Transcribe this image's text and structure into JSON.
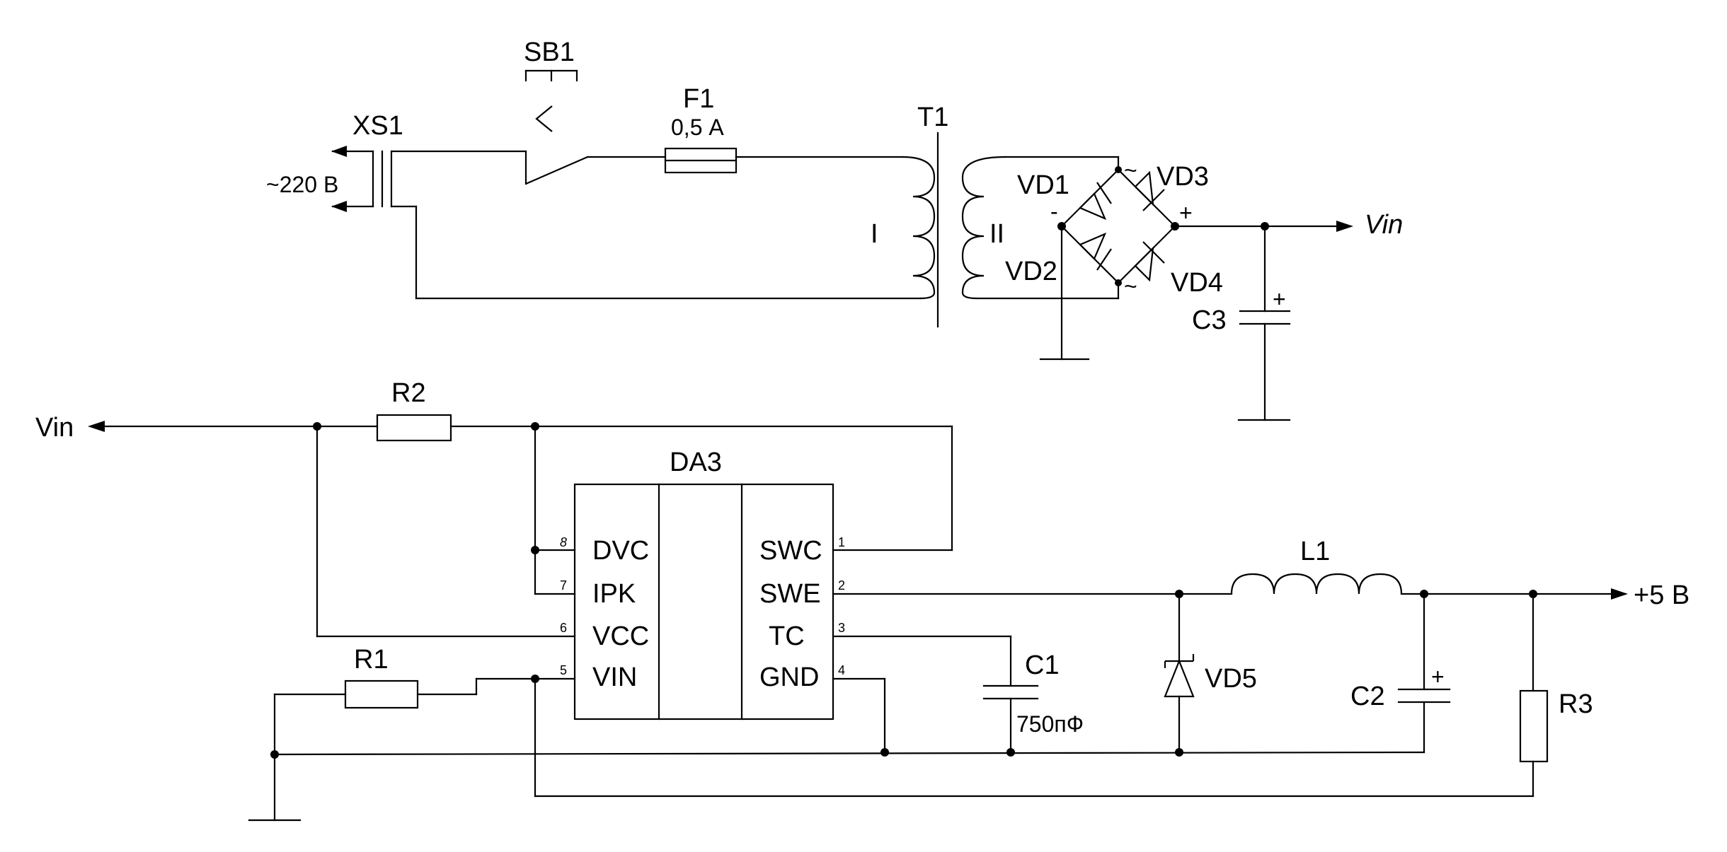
{
  "labels": {
    "sb1": "SB1",
    "xs1": "XS1",
    "mains": "~220 В",
    "f1": "F1",
    "f1_rating": "0,5 А",
    "t1": "T1",
    "winding_primary": "I",
    "winding_secondary": "II",
    "vd1": "VD1",
    "vd2": "VD2",
    "vd3": "VD3",
    "vd4": "VD4",
    "tilde_top": "~",
    "tilde_bottom": "~",
    "bridge_minus": "-",
    "bridge_plus": "+",
    "vin_top": "Vin",
    "c3": "C3",
    "c3_plus": "+",
    "vin_left": "Vin",
    "r2": "R2",
    "da3": "DA3",
    "r1": "R1",
    "c1": "C1",
    "c1_value": "750пФ",
    "vd5": "VD5",
    "l1": "L1",
    "c2": "C2",
    "c2_plus": "+",
    "r3": "R3",
    "out": "+5 В"
  },
  "ic_pins": [
    {
      "num": "8",
      "name": "DVC"
    },
    {
      "num": "7",
      "name": "IPK"
    },
    {
      "num": "6",
      "name": "VCC"
    },
    {
      "num": "5",
      "name": "VIN"
    },
    {
      "num": "1",
      "name": "SWC"
    },
    {
      "num": "2",
      "name": "SWE"
    },
    {
      "num": "3",
      "name": "TC"
    },
    {
      "num": "4",
      "name": "GND"
    }
  ]
}
